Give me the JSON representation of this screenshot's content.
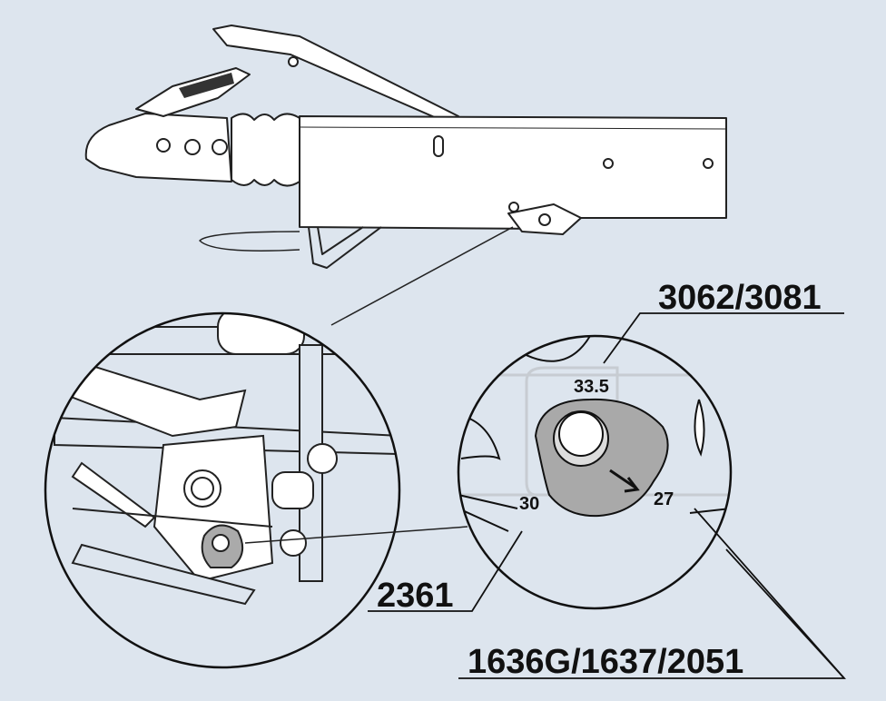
{
  "diagram": {
    "part_labels": {
      "top_right": "3062/3081",
      "bottom_left": "2361",
      "bottom_right": "1636G/1637/2051"
    },
    "detail_values": {
      "top": "33.5",
      "left": "30",
      "right": "27"
    },
    "colors": {
      "background": "#dde5ee",
      "cam_fill": "#a9a9a9",
      "line": "#111111"
    }
  }
}
